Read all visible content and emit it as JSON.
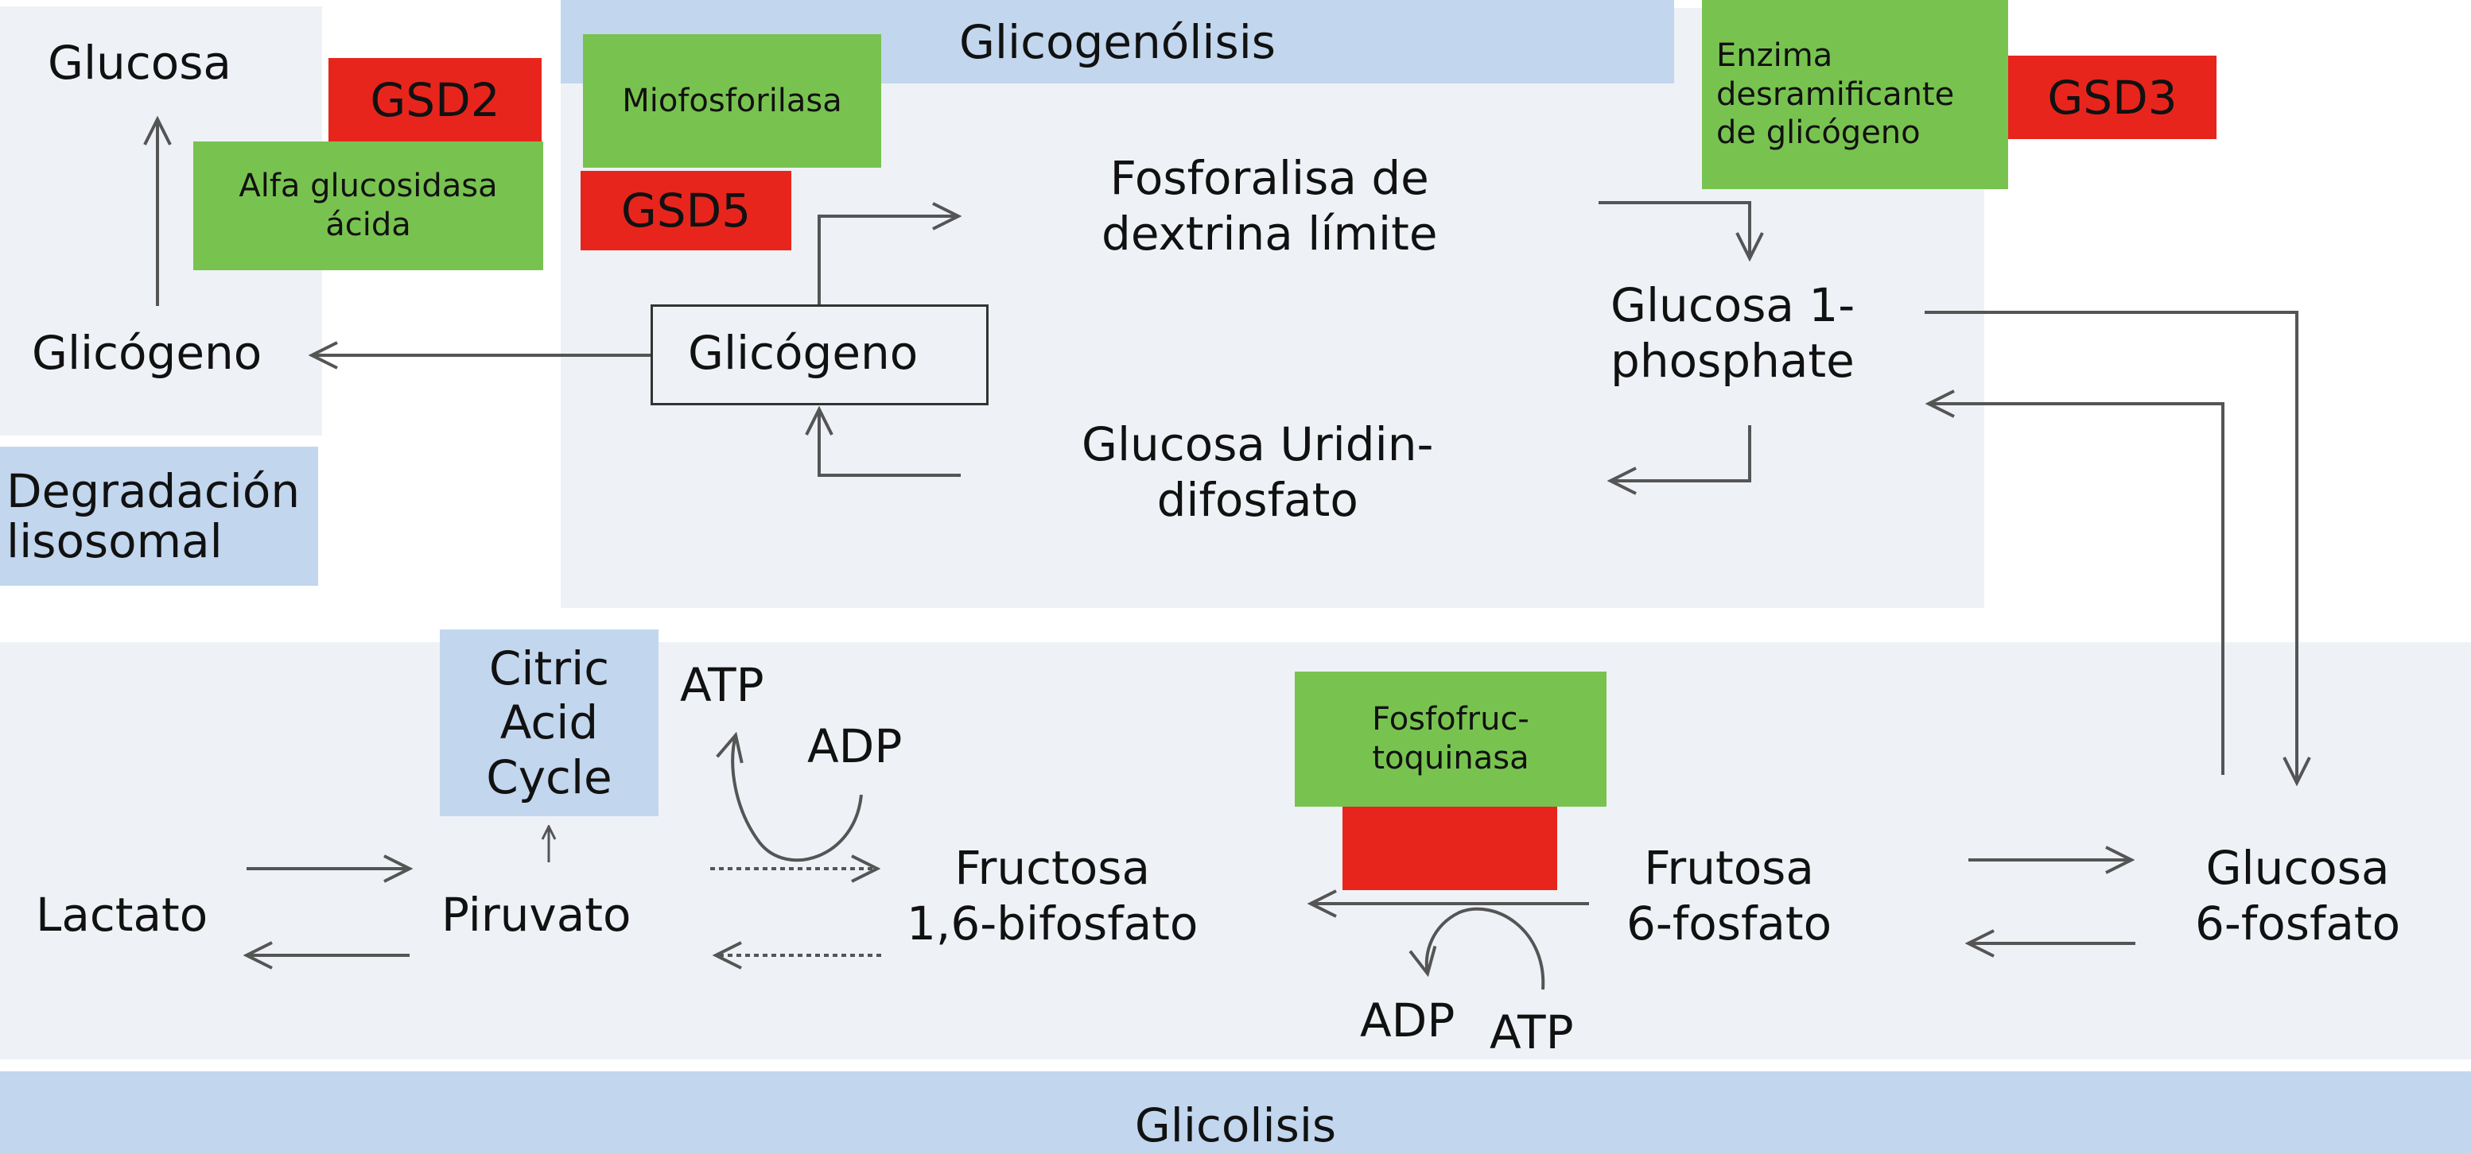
{
  "labels": {
    "glycogenolysis_title": "Glicogenólisis",
    "glycolysis_title": "Glicolisis",
    "lysosomal": "Degradación\nlisosomal",
    "glucose": "Glucosa",
    "glycogen_lysosome": "Glicógeno",
    "glycogen_main": "Glicógeno",
    "limit_dextrin": "Fosforalisa de\ndextrina límite",
    "glucose_1p": "Glucosa 1-\nphosphate",
    "udp_glucose": "Glucosa Uridin-\ndifosfato",
    "citric_acid_cycle": "Citric\nAcid\nCycle",
    "lactate": "Lactato",
    "pyruvate": "Piruvato",
    "atp_top": "ATP",
    "adp_top": "ADP",
    "fructose_16": "Fructosa\n1,6-bifosfato",
    "fructose_6p": "Frutosa\n6-fosfato",
    "glucose_6p": "Glucosa\n6-fosfato",
    "adp_bottom": "ADP",
    "atp_bottom": "ATP"
  },
  "enzymes": {
    "acid_alpha_glucosidase": "Alfa glucosidasa\nácida",
    "myophosphorylase": "Miofosforilasa",
    "debranching_enzyme": "Enzima\ndesramificante\nde glicógeno",
    "phosphofructokinase": "Fosfofruc-\ntoquinasa"
  },
  "disease_codes": {
    "gsd2": "GSD2",
    "gsd5": "GSD5",
    "gsd3": "GSD3"
  },
  "colors": {
    "enzyme_green": "#78c350",
    "disease_red": "#e8251d",
    "header_blue": "#c2d6ee",
    "region_gray": "#eef2f7",
    "arrow": "#555555"
  }
}
